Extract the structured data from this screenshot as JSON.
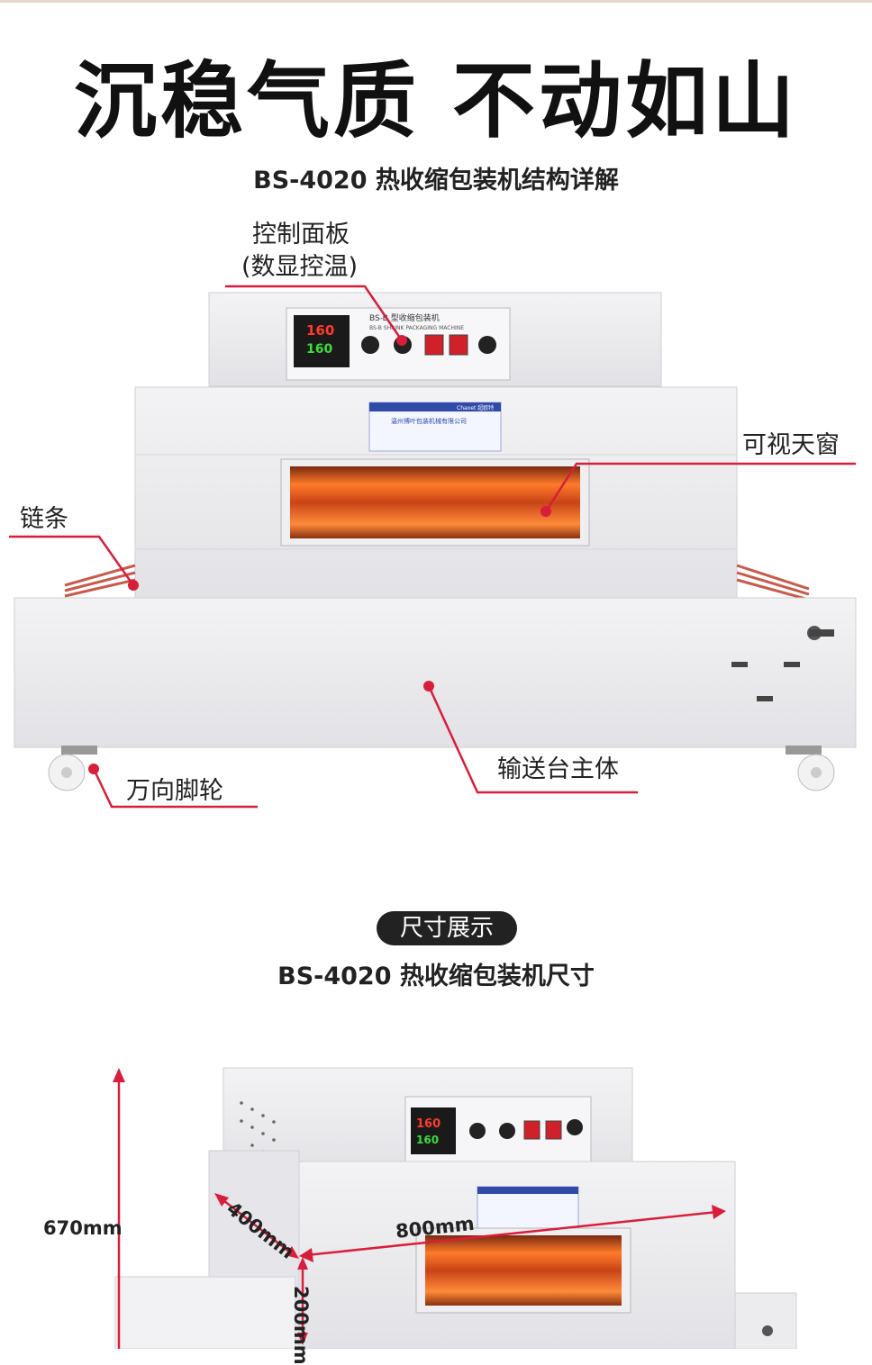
{
  "headline": "沉稳气质 不动如山",
  "structure_subtitle": "BS-4020 热收缩包装机结构详解",
  "labels": {
    "control_panel_line1": "控制面板",
    "control_panel_line2": "(数显控温)",
    "window": "可视天窗",
    "chain": "链条",
    "casters": "万向脚轮",
    "conveyor_body": "输送台主体"
  },
  "size_pill": "尺寸展示",
  "size_subtitle": "BS-4020 热收缩包装机尺寸",
  "dimensions": {
    "height": "670mm",
    "depth": "400mm",
    "length": "800mm",
    "opening": "200mm"
  },
  "machine": {
    "panel_title": "BS-B 型收缩包装机",
    "panel_subtitle": "BS-B SHRINK PACKAGING MACHINE",
    "temp_display_top": "160",
    "temp_display_bottom": "160",
    "plate_company": "温州博叶包装机械有限公司",
    "plate_brand": "Chaoet 超欧特"
  },
  "colors": {
    "accent_line": "#d81e3a",
    "heater_glow": "#ff7a2a",
    "machine_body": "#ececef"
  }
}
